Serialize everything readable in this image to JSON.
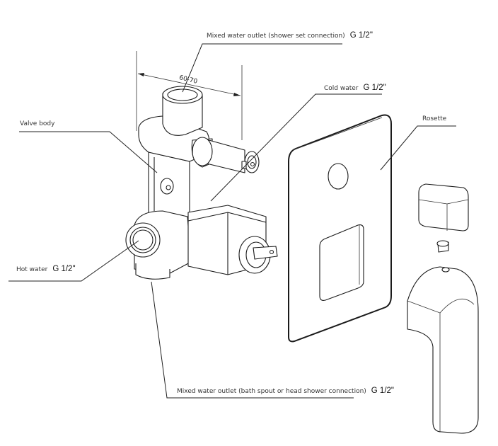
{
  "diagram": {
    "title": "Concealed shower mixer – exploded view",
    "dimension": "60-70",
    "labels": {
      "mixed_outlet_shower": {
        "text": "Mixed water outlet (shower set connection)",
        "thread": "G 1/2\""
      },
      "cold_water": {
        "text": "Cold water",
        "thread": "G 1/2\""
      },
      "valve_body": {
        "text": "Valve body"
      },
      "rosette": {
        "text": "Rosette"
      },
      "hot_water": {
        "text": "Hot water",
        "thread": "G 1/2\""
      },
      "mixed_outlet_bath": {
        "text": "Mixed water outlet (bath spout or head shower connection)",
        "thread": "G 1/2\""
      }
    },
    "parts": [
      "valve-body",
      "cold-water-inlet",
      "hot-water-inlet",
      "diverter",
      "cartridge-housing",
      "rosette",
      "cap",
      "screw",
      "lever-handle"
    ]
  }
}
